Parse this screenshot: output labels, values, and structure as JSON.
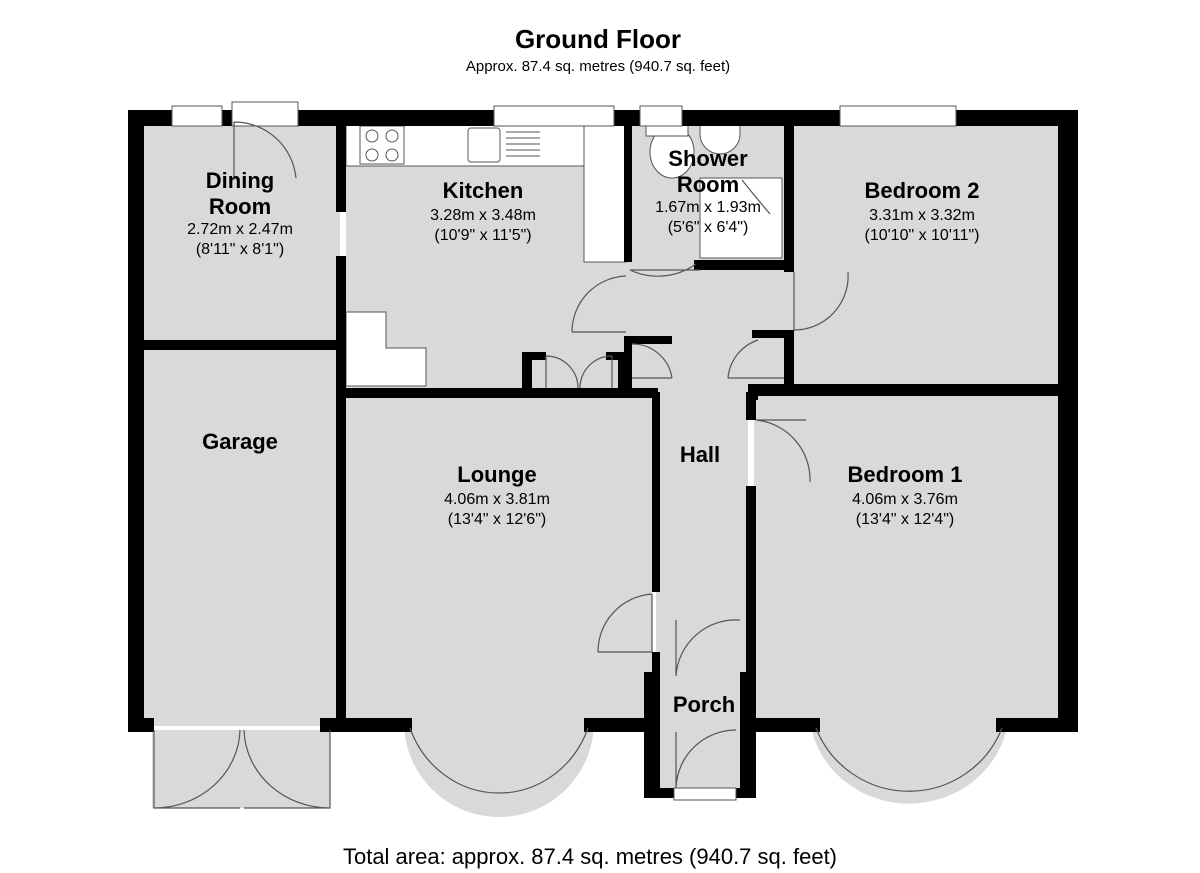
{
  "plan": {
    "title": "Ground Floor",
    "subtitle": "Approx. 87.4 sq. metres (940.7 sq. feet)",
    "total": "Total area: approx. 87.4 sq. metres (940.7 sq. feet)"
  },
  "colors": {
    "floor": "#d9d9d9",
    "wall": "#000000",
    "outline": "#555555"
  },
  "rooms": {
    "dining": {
      "name_l1": "Dining",
      "name_l2": "Room",
      "dim_m": "2.72m x 2.47m",
      "dim_ft": "(8'11\" x 8'1\")"
    },
    "kitchen": {
      "name": "Kitchen",
      "dim_m": "3.28m x 3.48m",
      "dim_ft": "(10'9\" x 11'5\")"
    },
    "shower": {
      "name_l1": "Shower",
      "name_l2": "Room",
      "dim_m": "1.67m x 1.93m",
      "dim_ft": "(5'6\" x 6'4\")"
    },
    "bedroom2": {
      "name": "Bedroom 2",
      "dim_m": "3.31m x 3.32m",
      "dim_ft": "(10'10\" x 10'11\")"
    },
    "garage": {
      "name": "Garage"
    },
    "lounge": {
      "name": "Lounge",
      "dim_m": "4.06m x 3.81m",
      "dim_ft": "(13'4\" x 12'6\")"
    },
    "hall": {
      "name": "Hall"
    },
    "bedroom1": {
      "name": "Bedroom 1",
      "dim_m": "4.06m x 3.76m",
      "dim_ft": "(13'4\" x 12'4\")"
    },
    "porch": {
      "name": "Porch"
    }
  }
}
